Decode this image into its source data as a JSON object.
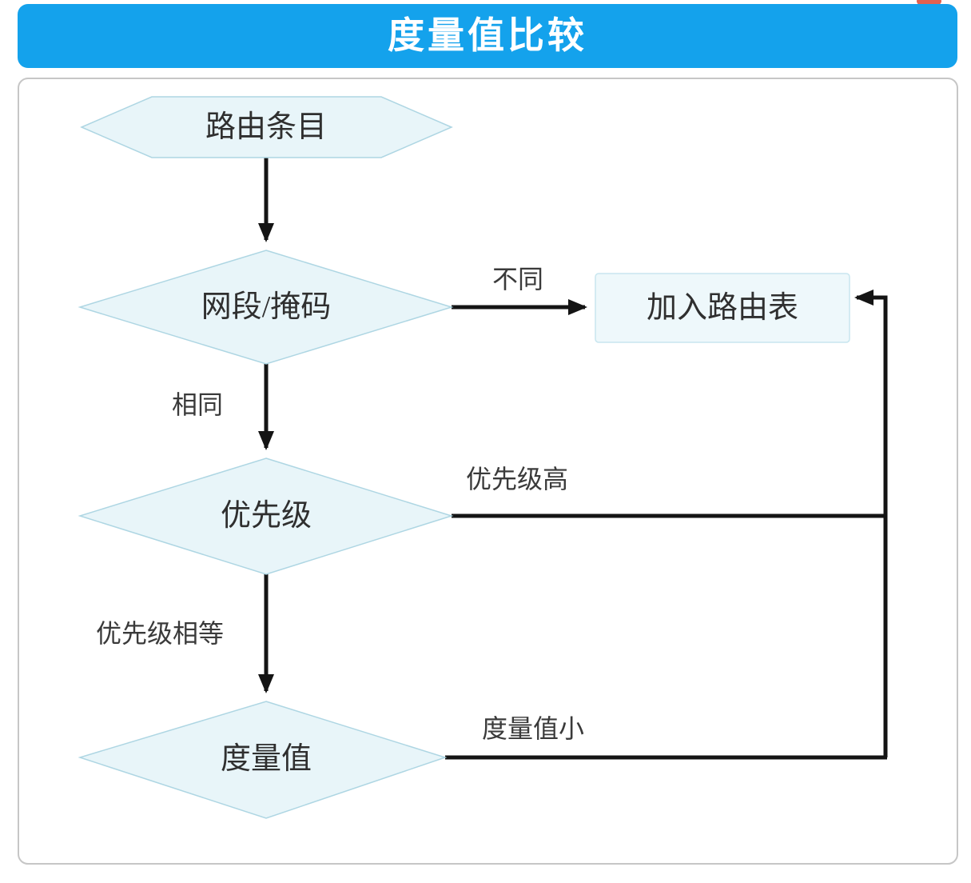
{
  "window": {
    "badge_color": "#e2604f"
  },
  "header": {
    "title": "度量值比较",
    "bg_color": "#14a2ec",
    "text_color": "#ffffff"
  },
  "flowchart": {
    "colors": {
      "shape_fill": "#e8f5f9",
      "shape_stroke": "#aed6e3",
      "rect_fill": "#eef8fb",
      "rect_stroke": "#c8e6ef",
      "line": "#141414",
      "node_text": "#2f2f2f",
      "label_text": "#3a3a3a"
    },
    "nodes": {
      "route_entry": {
        "label": "路由条目",
        "shape": "hexagon"
      },
      "net_mask": {
        "label": "网段/掩码",
        "shape": "diamond"
      },
      "priority": {
        "label": "优先级",
        "shape": "diamond"
      },
      "metric": {
        "label": "度量值",
        "shape": "diamond"
      },
      "add_route_table": {
        "label": "加入路由表",
        "shape": "rectangle"
      }
    },
    "edges": {
      "different": "不同",
      "same": "相同",
      "priority_high": "优先级高",
      "priority_equal": "优先级相等",
      "metric_small": "度量值小"
    }
  }
}
